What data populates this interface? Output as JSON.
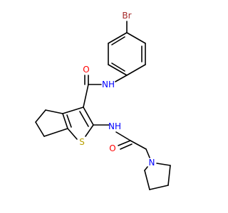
{
  "atoms": {
    "br": {
      "label": "Br",
      "color": "#a52a2a"
    },
    "amide_nh": {
      "label": "NH",
      "color": "#0000ff"
    },
    "amide_o": {
      "label": "O",
      "color": "#ff0000"
    },
    "thioph_s": {
      "label": "S",
      "color": "#b8a000"
    },
    "acyl_nh": {
      "label": "NH",
      "color": "#0000ff"
    },
    "acyl_o": {
      "label": "O",
      "color": "#ff0000"
    },
    "pyrr_n": {
      "label": "N",
      "color": "#0000ff"
    }
  }
}
